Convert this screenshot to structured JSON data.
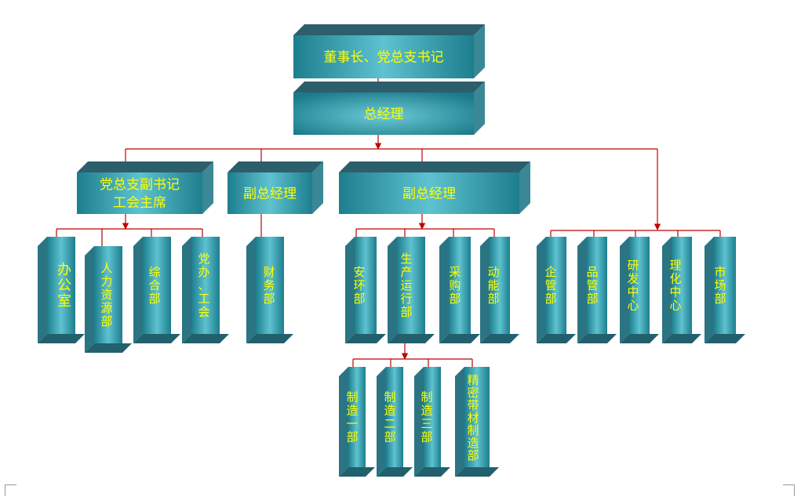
{
  "colors": {
    "box_front_dark": "#1d7e8d",
    "box_front_light": "#5ec2d0",
    "box_top": "#2c5e6c",
    "box_side": "#3a8796",
    "connector": "#c00000",
    "text": "#ffff00"
  },
  "nodes": {
    "chairman": "董事长、党总支书记",
    "gm": "总经理",
    "deputy_secretary": "党总支副书记\n工会主席",
    "vgm_a": "副总经理",
    "vgm_b": "副总经理",
    "office": "办公室",
    "hr": "人力资源部",
    "general": "综合部",
    "party_office": "党办、工会",
    "finance": "财务部",
    "safety_env": "安环部",
    "production": "生产运行部",
    "procurement": "采购部",
    "energy": "动能部",
    "enterprise_mgmt": "企管部",
    "quality": "品管部",
    "rnd": "研发中心",
    "lab": "理化中心",
    "market": "市场部",
    "mfg1": "制造一部",
    "mfg2": "制造二部",
    "mfg3": "制造三部",
    "precision": "精密带材制造部"
  }
}
